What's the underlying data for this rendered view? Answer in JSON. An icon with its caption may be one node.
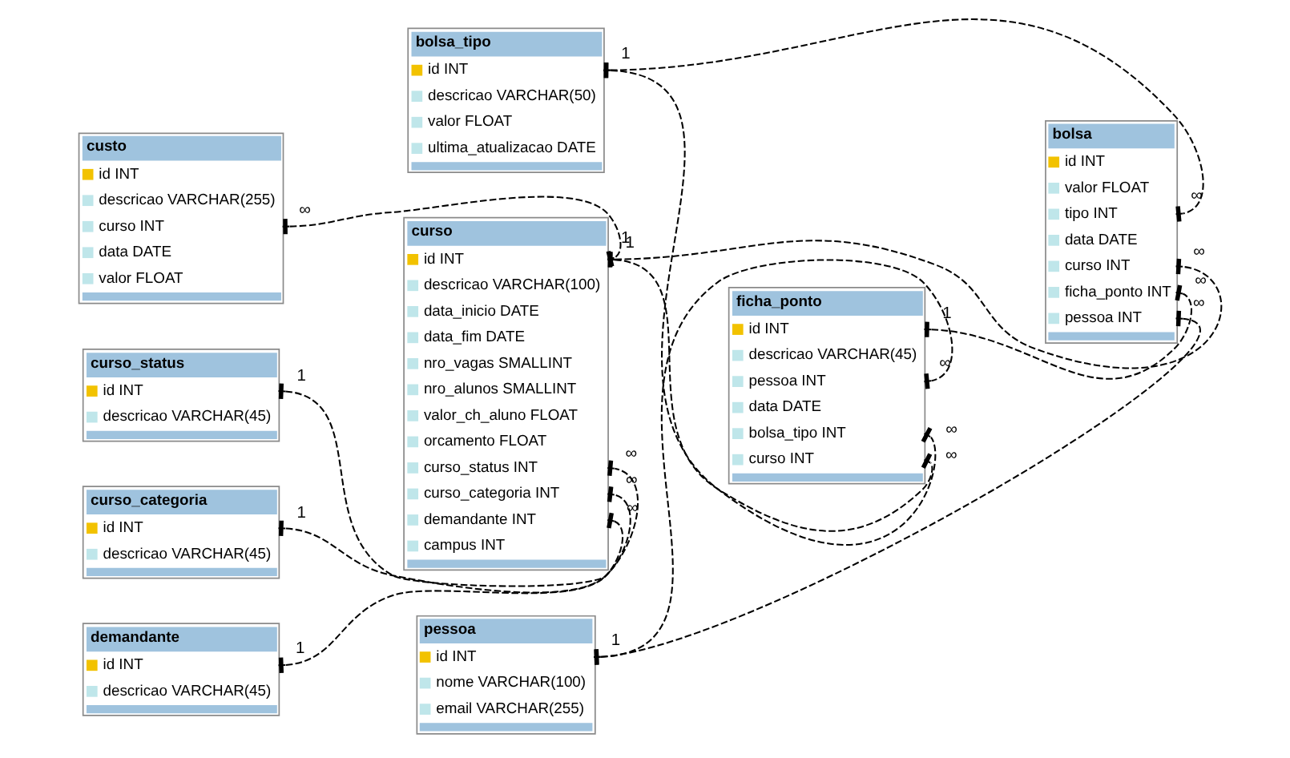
{
  "diagram": {
    "nodes": [
      {
        "text": [
          "custo",
          "id INT",
          "descricao VARCHAR(255)",
          "curso INT",
          "data DATE",
          "valor FLOAT"
        ]
      },
      {
        "text": [
          "curso_status",
          "id INT",
          "descricao VARCHAR(45)"
        ]
      },
      {
        "text": [
          "curso_categoria",
          "id INT",
          "descricao VARCHAR(45)"
        ]
      },
      {
        "text": [
          "demandante",
          "id INT",
          "descricao VARCHAR(45)"
        ]
      },
      {
        "text": [
          "curso",
          "id INT",
          "descricao VARCHAR(100)",
          "data_inicio DATE",
          "data_fim DATE",
          "nro_vagas SMALLINT",
          "nro_alunos SMALLINT",
          "valor_ch_aluno FLOAT",
          "orcamento FLOAT",
          "curso_status INT",
          "curso_categoria INT",
          "demandante INT",
          "campus INT"
        ]
      },
      {
        "text": [
          "pessoa",
          "id INT",
          "nome VARCHAR(100)",
          "email VARCHAR(255)"
        ]
      },
      {
        "text": [
          "bolsa",
          "id INT",
          "valor FLOAT",
          "tipo INT",
          "data DATE",
          "curso INT",
          "ficha_ponto INT",
          "pessoa INT"
        ]
      },
      {
        "text": [
          "ficha_ponto",
          "id INT",
          "descricao VARCHAR(45)",
          "pessoa INT",
          "data DATE",
          "bolsa_tipo INT",
          "curso INT"
        ]
      },
      {
        "text": [
          "bolsa_tipo",
          "id INT",
          "descricao VARCHAR(50)",
          "valor FLOAT",
          "ultima_atualizacao DATE"
        ]
      }
    ],
    "edges": [
      {
        "from": 0,
        "to": 4,
        "arrow": "other",
        "style": "dashed"
      },
      {
        "from": 1,
        "to": 4,
        "arrow": "other",
        "style": "dashed"
      },
      {
        "from": 2,
        "to": 4,
        "arrow": "other",
        "style": "dashed"
      },
      {
        "from": 3,
        "to": 4,
        "arrow": "other",
        "style": "dashed"
      },
      {
        "from": 4,
        "to": 6,
        "arrow": "other",
        "style": "dashed"
      },
      {
        "from": 4,
        "to": 7,
        "arrow": "other",
        "style": "dashed"
      },
      {
        "from": 5,
        "to": 6,
        "arrow": "other",
        "style": "dashed"
      },
      {
        "from": 5,
        "to": 7,
        "arrow": "other",
        "style": "dashed"
      },
      {
        "from": 8,
        "to": 6,
        "arrow": "other",
        "style": "dashed"
      },
      {
        "from": 7,
        "to": 6,
        "arrow": "other",
        "style": "dashed"
      },
      {
        "from": 8,
        "to": 7,
        "arrow": "other",
        "style": "dashed"
      }
    ],
    "labels": [
      "∞",
      "1",
      "1",
      "∞",
      "1",
      "∞",
      "1",
      "∞",
      "1",
      "∞",
      "∞",
      "1",
      "∞",
      "∞",
      "1",
      "∞",
      "1",
      "∞",
      "∞"
    ]
  }
}
